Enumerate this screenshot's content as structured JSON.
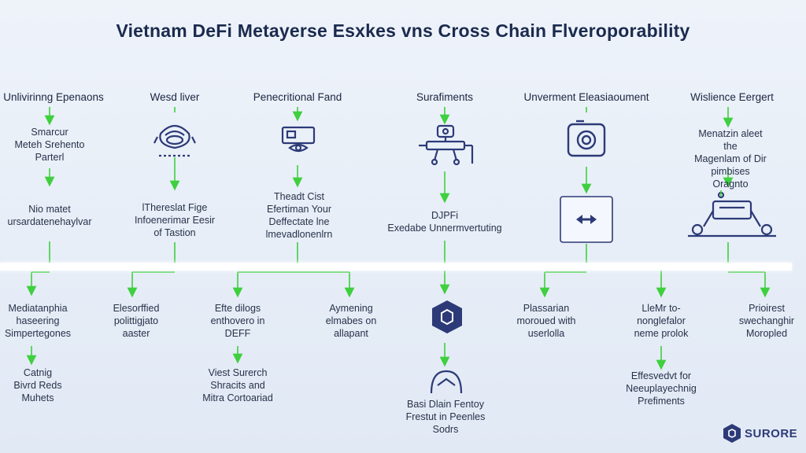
{
  "title": "Vietnam DeFi Metayerse Esxkes vns Cross Chain Flveroporability",
  "headers": [
    "Unlivirinng Epenaons",
    "Wesd liver",
    "Penecritional Fand",
    "Surafiments",
    "Unverment Eleasiaoument",
    "Wislience Eergert"
  ],
  "top_texts": {
    "c1a": "Smarcur\nMeteh Srehento\nParterl",
    "c1b": "Nio matet\nursardatenehaylvar",
    "c2": "lThereslat Fige\nInfoenerimar Eesir\nof Tastion",
    "c3": "Theadt Cist\nEfertiman Your\nDeffectate lne\nlmevadlonenlrn",
    "c4": "DJPFi\nExedabe Unnermvertuting",
    "c6": "Menatzin aleet the\nMagenlam of Dir\npimbises Oragnto"
  },
  "bottom_texts": {
    "b1": "Mediatanphia\nhaseering\nSimpertegones",
    "b1b": "Catnig\nBivrd Reds\nMuhets",
    "b2": "Elesorffied\npolittigjato\naaster",
    "b3": "Efte dilogs\nenthovero in\nDEFF",
    "b3b": "Viest Surerch\nShracits and\nMitra Cortoariad",
    "b4": "Aymening\nelmabes on\nallapant",
    "b5": "Basi Dlain Fentoy\nFrestut in Peenles\nSodrs",
    "b6": "Plassarian\nmoroued with\nuserlolla",
    "b7": "LleMr to-\nnonglefalor\nneme prolok",
    "b7b": "Effesvedvt for\nNeeuplayechnig\nPrefiments",
    "b8": "Prioirest\nswechanghir\nMoropled"
  },
  "brand": "SURORE",
  "colors": {
    "accent_green": "#3fcf3f",
    "navy": "#2d3a78",
    "band": "#ffffff"
  }
}
